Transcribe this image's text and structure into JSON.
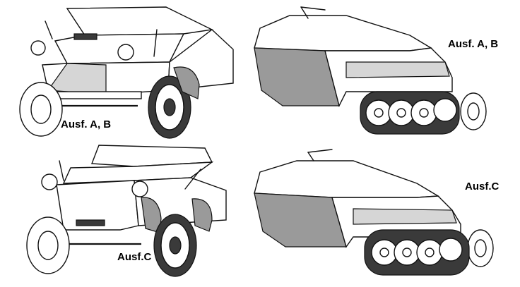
{
  "labels": {
    "front_top": "Ausf. A, B",
    "side_top": "Ausf. A, B",
    "front_bottom": "Ausf.C",
    "side_bottom": "Ausf.C"
  }
}
